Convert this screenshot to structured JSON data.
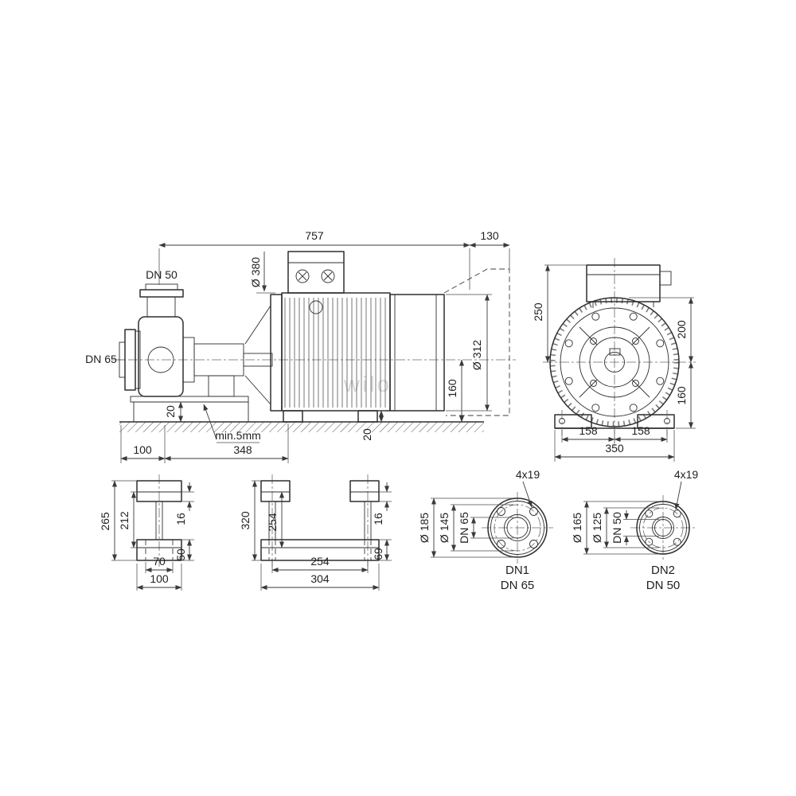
{
  "watermark": "wilo",
  "main_view": {
    "length_total": "757",
    "length_clearance": "130",
    "discharge_flange": "DN 50",
    "suction_flange": "DN 65",
    "dia_380": "Ø 380",
    "motor_dia": "Ø 312",
    "shaft_height": "160",
    "foundation_height": "20",
    "grout_note": "min.5mm",
    "dim_100": "100",
    "dim_348": "348",
    "foot_height": "20"
  },
  "front_view": {
    "dim_250": "250",
    "dim_200": "200",
    "dim_160": "160",
    "dim_158_left": "158",
    "dim_158_right": "158",
    "dim_350": "350"
  },
  "pump_foot_view": {
    "dim_265": "265",
    "dim_212": "212",
    "dim_16": "16",
    "dim_50": "50",
    "dim_70": "70",
    "dim_100": "100"
  },
  "motor_foot_view": {
    "dim_320": "320",
    "dim_254_vertical": "254",
    "dim_16": "16",
    "dim_69": "69",
    "dim_254_horizontal": "254",
    "dim_304": "304"
  },
  "flange_dn1": {
    "holes": "4x19",
    "outer_dia": "Ø 185",
    "bolt_circle": "Ø 145",
    "nominal": "DN 65",
    "name": "DN1",
    "size": "DN 65"
  },
  "flange_dn2": {
    "holes": "4x19",
    "outer_dia": "Ø 165",
    "bolt_circle": "Ø 125",
    "nominal": "DN 50",
    "name": "DN2",
    "size": "DN 50"
  }
}
